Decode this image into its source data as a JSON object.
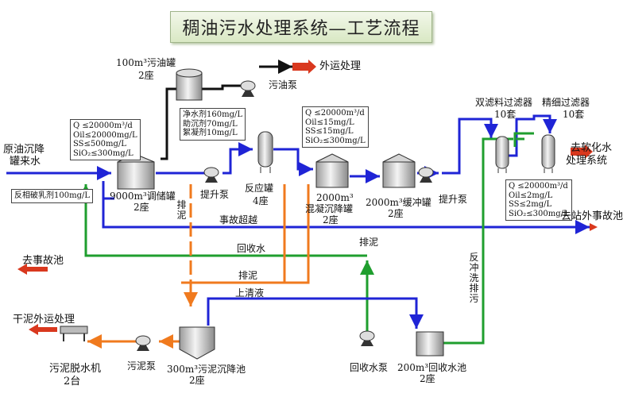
{
  "title": "稠油污水处理系统—工艺流程",
  "colors": {
    "water_line": "#1f24d6",
    "sludge_line": "#f07a1e",
    "recycle_line": "#1f9e2e",
    "oil_line": "#111111",
    "export_arrow": "#d9381e",
    "tank_fill": "#bfbfbf"
  },
  "inlet": {
    "label_line1": "原油沉降",
    "label_line2": "罐来水"
  },
  "inlet_spec": [
    "Q ≤20000m³/d",
    "Oil≤20000mg/L",
    "SS≤500mg/L",
    "SiO₂≤300mg/L"
  ],
  "demulsifier": "反相破乳剂100mg/L",
  "oil_tank": {
    "line1": "100m³污油罐",
    "line2": "2座"
  },
  "oil_pump": "污油泵",
  "oil_export": "外运处理",
  "dosing_spec": [
    "净水剂160mg/L",
    "助沉剂70mg/L",
    "絮凝剂10mg/L"
  ],
  "regulating_tank": {
    "line1": "9000m³调储罐",
    "line2": "2座"
  },
  "lift_pump_1": "提升泵",
  "reactor": {
    "line1": "反应罐",
    "line2": "4座"
  },
  "coag_spec": [
    "Q ≤20000m³/d",
    "Oil≤15mg/L",
    "SS≤15mg/L",
    "SiO₂≤300mg/L"
  ],
  "coag_tank": {
    "line1": "2000m³",
    "line2": "混凝沉降罐",
    "line3": "2座"
  },
  "buffer_tank": {
    "line1": "2000m³缓冲罐",
    "line2": "2座"
  },
  "lift_pump_2": "提升泵",
  "dual_filter": {
    "line1": "双滤料过滤器",
    "line2": "10套"
  },
  "fine_filter": {
    "line1": "精细过滤器",
    "line2": "10套"
  },
  "softening": {
    "line1": "去软化水",
    "line2": "处理系统"
  },
  "final_spec": [
    "Q ≤20000m³/d",
    "Oil≤2mg/L",
    "SS≤2mg/L",
    "SiO₂≤300mg/L"
  ],
  "accident_bypass": "事故超越",
  "to_accident_pool_station": "去站外事故池",
  "sludge_discharge": "排泥",
  "sludge_discharge_2": "排泥",
  "sludge_discharge_3": "排泥",
  "recycle_water": "回收水",
  "to_accident_pool": "去事故池",
  "supernatant": "上清液",
  "backwash": "反冲洗排污",
  "dry_sludge": "干泥外运处理",
  "dewatering": {
    "line1": "污泥脱水机",
    "line2": "2台"
  },
  "sludge_pump": "污泥泵",
  "sludge_pool": {
    "line1": "300m³污泥沉降池",
    "line2": "2座"
  },
  "recycle_pump": "回收水泵",
  "recycle_pool": {
    "line1": "200m³回收水池",
    "line2": "2座"
  }
}
